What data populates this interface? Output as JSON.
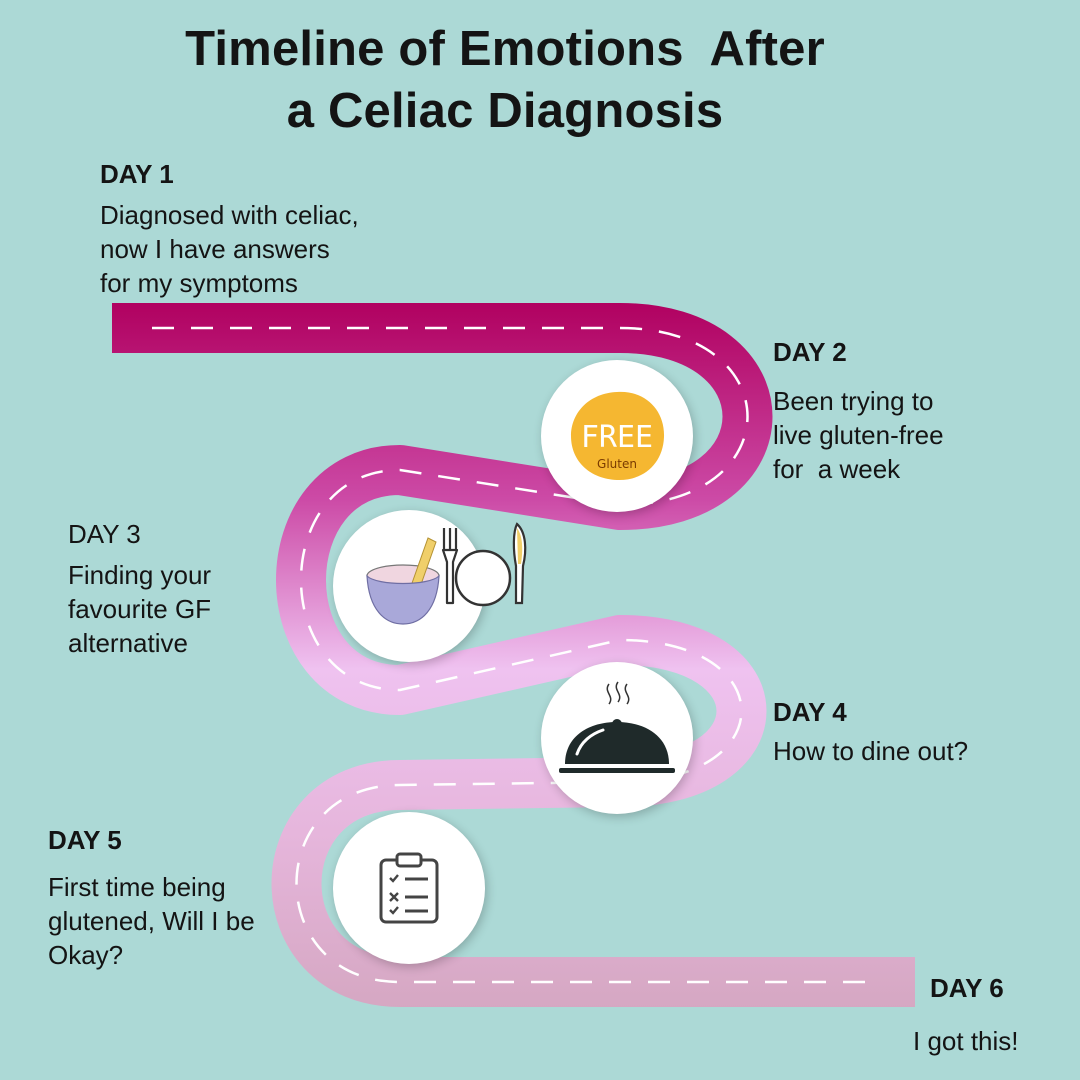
{
  "title": {
    "line1": "Timeline of Emotions  After",
    "line2": "a Celiac Diagnosis"
  },
  "colors": {
    "background": "#acd9d6",
    "road_top": "#b0005f",
    "road_middle": "#efc2f0",
    "road_bottom": "#d5a7c2",
    "dash": "#ffffff",
    "free_badge": "#f5b731"
  },
  "steps": [
    {
      "day": "DAY 1",
      "lines": [
        "Diagnosed with celiac,",
        "now I have answers",
        "for my symptoms"
      ]
    },
    {
      "day": "DAY 2",
      "lines": [
        "Been trying to",
        "live gluten-free",
        "for  a week"
      ],
      "icon": "gluten-free-badge-icon",
      "badge": {
        "main": "FREE",
        "sub": "Gluten"
      }
    },
    {
      "day": "DAY 3",
      "lines": [
        "Finding your",
        "favourite GF",
        "alternative"
      ],
      "icon": "bowl-and-plate-icon"
    },
    {
      "day": "DAY 4",
      "lines": [
        "How to dine out?"
      ],
      "icon": "food-cloche-icon"
    },
    {
      "day": "DAY 5",
      "lines": [
        "First time being",
        "glutened, Will I be",
        "Okay?"
      ],
      "icon": "checklist-clipboard-icon"
    },
    {
      "day": "DAY 6",
      "lines": [
        "I got this!"
      ]
    }
  ]
}
